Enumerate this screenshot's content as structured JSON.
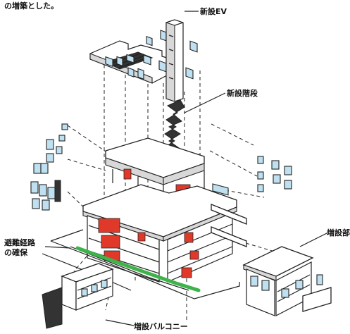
{
  "header_text": "の増築とした。",
  "labels": {
    "new_ev": "新設EV",
    "new_stairs": "新設階段",
    "evac_route_line1": "避難経路",
    "evac_route_line2": "の確保",
    "extension_right": "増設部",
    "balcony": "増設バルコニー"
  },
  "colors": {
    "new_parts": "#e0392a",
    "evac_route": "#3db34a",
    "glazing": "#bfe0f0"
  }
}
